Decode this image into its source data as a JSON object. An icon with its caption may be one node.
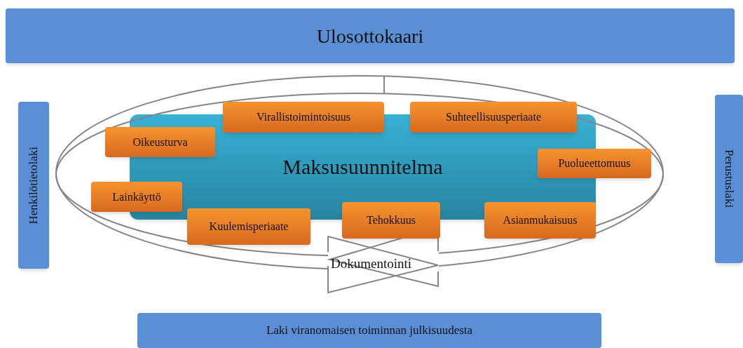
{
  "diagram": {
    "nodes": [
      {
        "text": [
          "Ulosottokaari"
        ]
      },
      {
        "text": [
          "Henkilötietolaki"
        ]
      },
      {
        "text": [
          "Perustuslaki"
        ]
      },
      {
        "text": [
          "Maksusuunnitelma"
        ]
      },
      {
        "text": [
          "Virallistoimintoisuus"
        ]
      },
      {
        "text": [
          "Suhteellisuusperiaate"
        ]
      },
      {
        "text": [
          "Oikeusturva"
        ]
      },
      {
        "text": [
          "Puolueettomuus"
        ]
      },
      {
        "text": [
          "Lainkäyttö"
        ]
      },
      {
        "text": [
          "Kuulemisperiaate"
        ]
      },
      {
        "text": [
          "Tehokkuus"
        ]
      },
      {
        "text": [
          "Asianmukaisuus"
        ]
      },
      {
        "text": [
          "Laki viranomaisen toiminnan julkisuudesta"
        ]
      }
    ],
    "labels": [
      "Dokumentointi"
    ]
  }
}
